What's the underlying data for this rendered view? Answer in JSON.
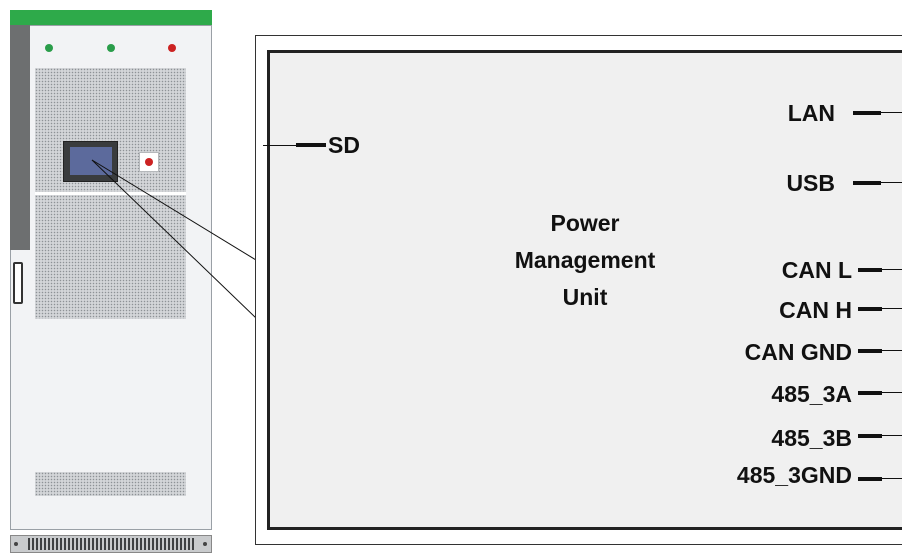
{
  "unit": {
    "line1": "Power",
    "line2": "Management",
    "line3": "Unit"
  },
  "left_ports": [
    {
      "label": "SD"
    }
  ],
  "right_ports": [
    {
      "label": "LAN"
    },
    {
      "label": "USB"
    },
    {
      "label": "CAN L"
    },
    {
      "label": "CAN H"
    },
    {
      "label": "CAN GND"
    },
    {
      "label": "485_3A"
    },
    {
      "label": "485_3B"
    },
    {
      "label": "485_3GND"
    }
  ],
  "colors": {
    "cabinet_top": "#2eaa4a",
    "led_green": "#2a9d4a",
    "led_red": "#cc2222",
    "screen": "#5c6a9c"
  }
}
